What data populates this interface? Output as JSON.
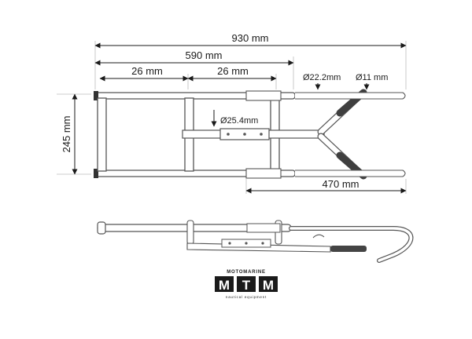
{
  "dimensions": {
    "overall_length": "930 mm",
    "inner_length": "590 mm",
    "step_spacing_1": "26 mm",
    "step_spacing_2": "26 mm",
    "width": "245 mm",
    "tube_diameter": "Ø22.2mm",
    "rod_diameter": "Ø11 mm",
    "bar_diameter": "Ø25.4mm",
    "handle_length": "470 mm"
  },
  "logo": {
    "brand": "MOTOMARINE",
    "letters": [
      "M",
      "T",
      "M"
    ],
    "tagline": "nautical equipment"
  },
  "colors": {
    "line": "#1a1a1a",
    "part_stroke": "#555555",
    "part_fill": "#ffffff",
    "grip": "#444444",
    "light_rule": "#bbbbbb"
  }
}
